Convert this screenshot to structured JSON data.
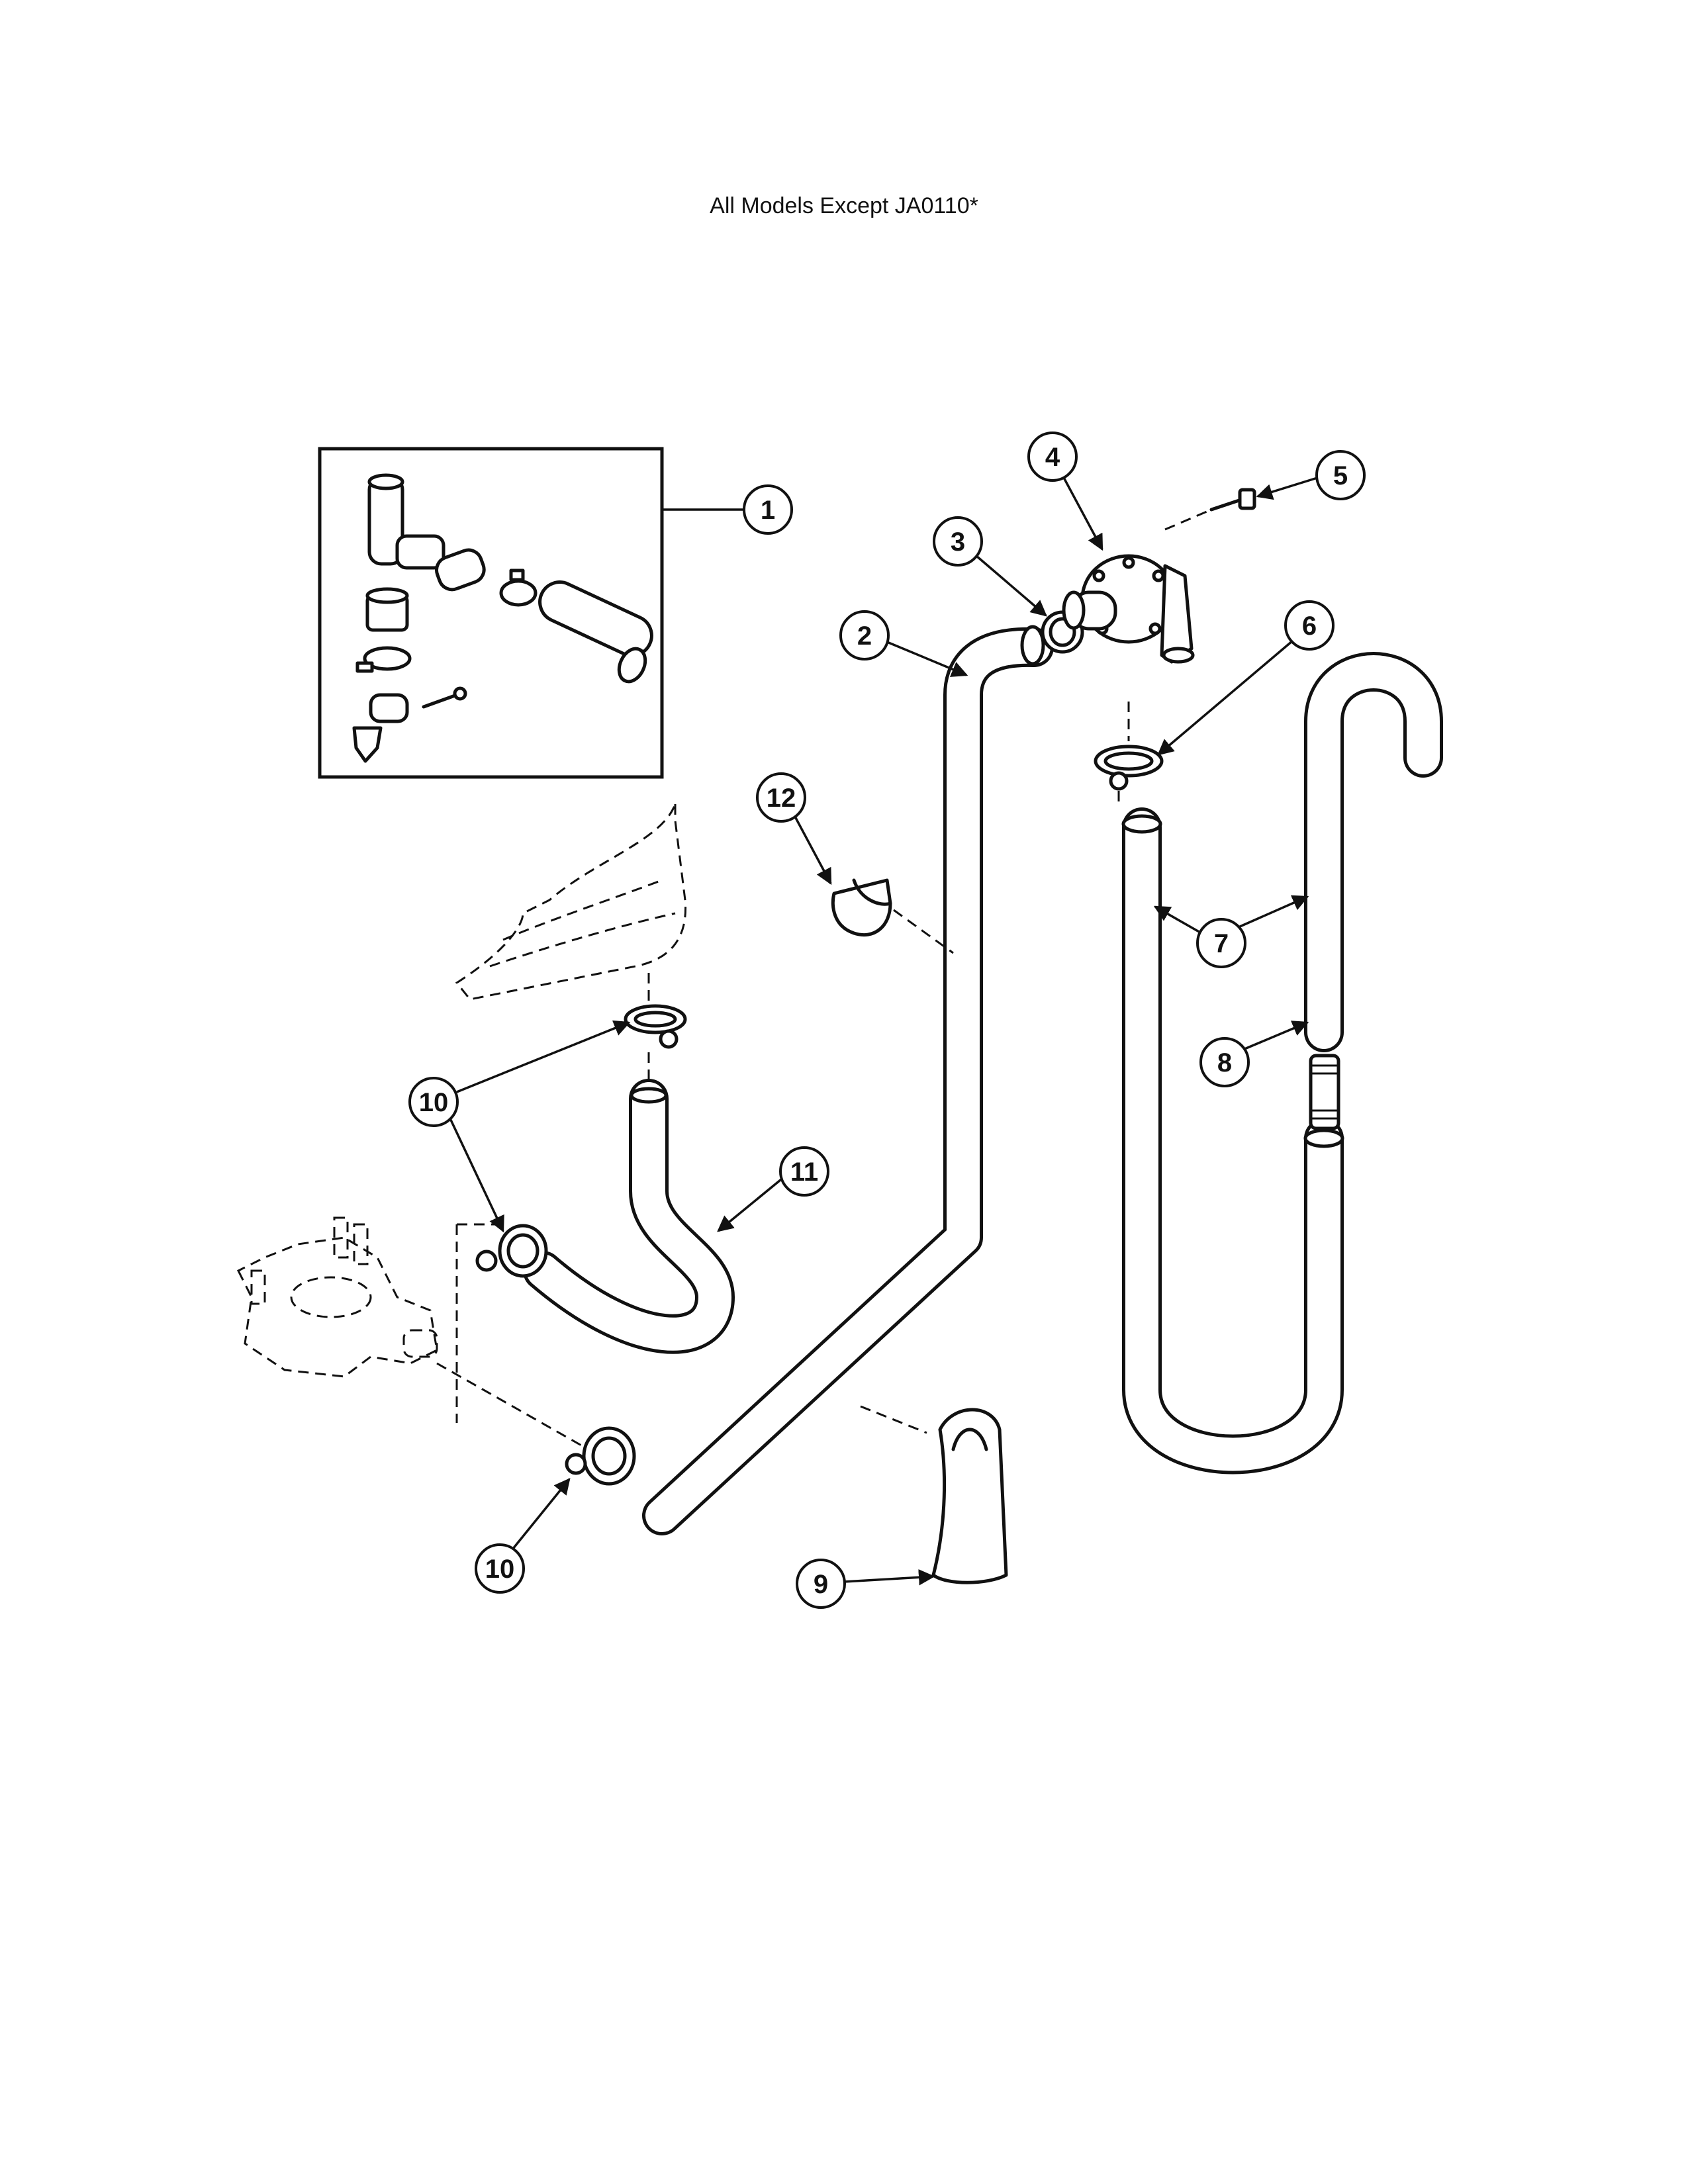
{
  "title": "All Models Except JA0110*",
  "callouts": {
    "c1": "1",
    "c2": "2",
    "c3": "3",
    "c4": "4",
    "c5": "5",
    "c6": "6",
    "c7": "7",
    "c8": "8",
    "c9": "9",
    "c10a": "10",
    "c10b": "10",
    "c11": "11",
    "c12": "12"
  }
}
